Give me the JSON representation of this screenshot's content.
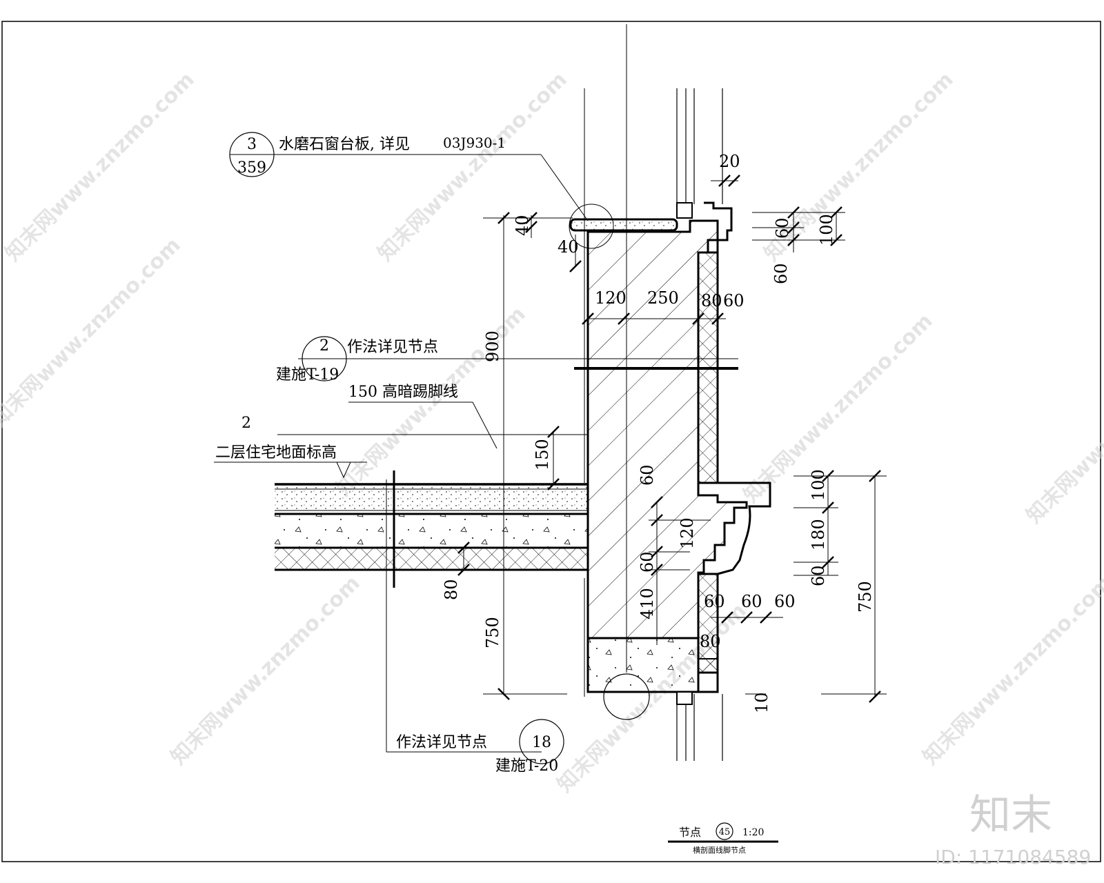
{
  "labels": {
    "callout_3_top": "3",
    "callout_3_bottom": "359",
    "terrazzo_note": "水磨石窗台板, 详见",
    "terrazzo_ref": "03J930-1",
    "callout_2_top": "2",
    "callout_2_text": "作法详见节点",
    "callout_2_ref": "建施T-19",
    "skirting_note": "150  高暗踢脚线",
    "floor_level_num": "2",
    "floor_level_text": "二层住宅地面标高",
    "callout_18_text": "作法详见节点",
    "callout_18_top": "18",
    "callout_18_ref": "建施T-20",
    "title_node": "节点",
    "title_num": "45",
    "title_scale": "1:20",
    "title_sub": "横剖面线脚节点"
  },
  "dims": {
    "d20": "20",
    "d40a": "40",
    "d40b": "40",
    "d60a": "60",
    "d100a": "100",
    "d60b": "60",
    "d120": "120",
    "d250": "250",
    "d80a": "80",
    "d60c": "60",
    "d900": "900",
    "d150": "150",
    "d60d": "60",
    "d120b": "120",
    "d60e": "60",
    "d410": "410",
    "d80b": "80",
    "d750a": "750",
    "d80c": "80",
    "d60f": "60",
    "d60g": "60",
    "d60h": "60",
    "d100b": "100",
    "d180": "180",
    "d60i": "60",
    "d750b": "750",
    "d10": "10"
  },
  "watermark": {
    "site": "知末网www.znzmo.com",
    "brand": "知末",
    "id": "ID: 1171084589"
  }
}
